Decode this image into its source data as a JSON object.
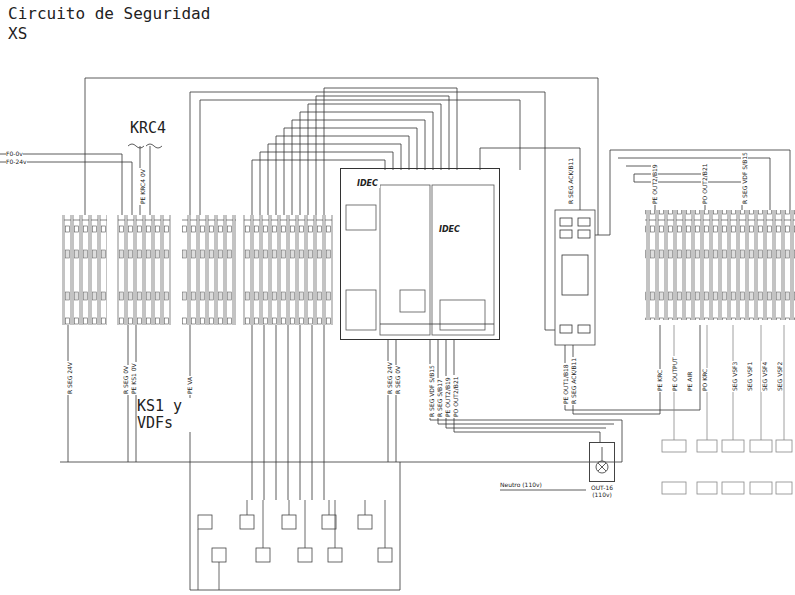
{
  "diagram": {
    "title": "Circuito de Seguridad XS",
    "nodes": [
      {
        "text": [
          "IDEC",
          "IDEC"
        ]
      },
      {
        "text": [
          "OUT-16 (110v)"
        ]
      }
    ],
    "labels": [
      "F0-0v",
      "F0-24v",
      "KRC4",
      "KS1 y VDFs",
      "R SEG 24V",
      "PE KRC4 0V",
      "R SEG 0V",
      "PE KS1 0V",
      "PE VA",
      "R SEG 24V",
      "R SEG 0V",
      "R SEG VDF S/B15",
      "R SEG S/B17",
      "PE OUT2/B19",
      "PO OUT2/B21",
      "R SEG ACK/B11",
      "PE OUT1/B18",
      "R SEG ACK/B11",
      "Neutro (110v)",
      "PE OUT2/B19",
      "PO OUT2/B21",
      "R SEG VDF S/B15",
      "PE KRC",
      "PE OUTPUT",
      "PE AIR",
      "PO KRC",
      "SEG VSF3",
      "SEG VSF1",
      "SEG VSF4",
      "SEG VSF2"
    ]
  }
}
